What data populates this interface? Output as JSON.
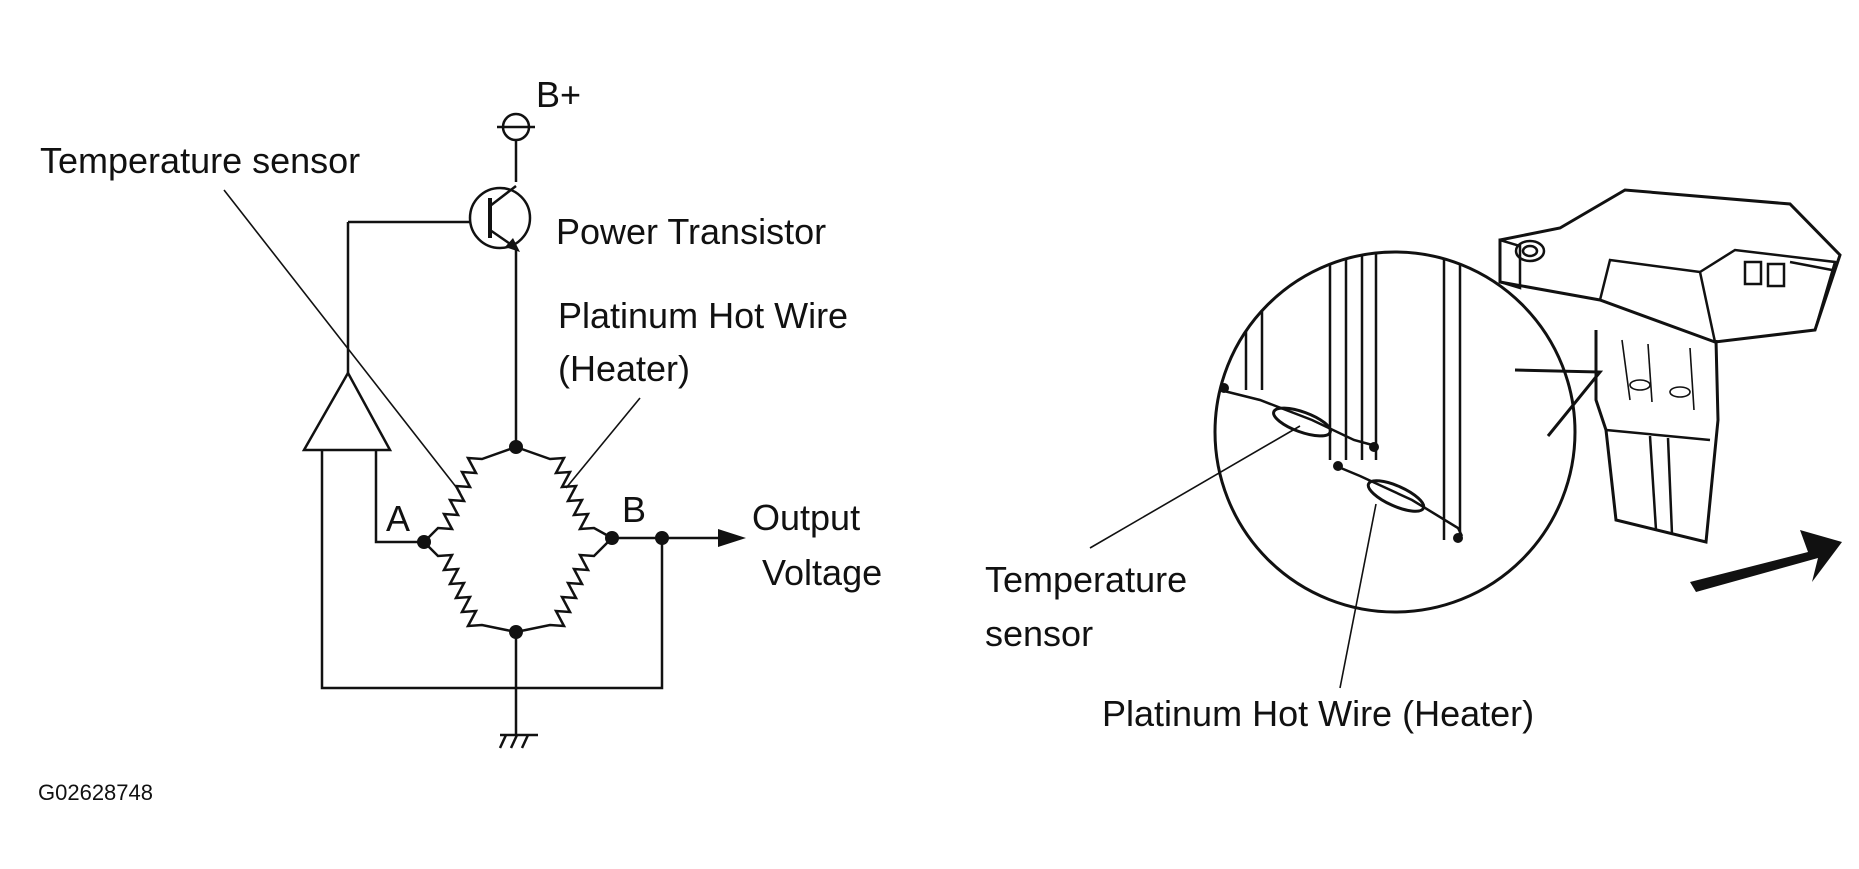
{
  "circuit": {
    "supply_label": "B+",
    "temperature_sensor_label": "Temperature sensor",
    "power_transistor_label": "Power Transistor",
    "hot_wire_label_line1": "Platinum Hot Wire",
    "hot_wire_label_line2": "(Heater)",
    "node_a_label": "A",
    "node_b_label": "B",
    "output_label_line1": "Output",
    "output_label_line2": "Voltage"
  },
  "sensor_view": {
    "temperature_sensor_line1": "Temperature",
    "temperature_sensor_line2": "sensor",
    "hot_wire_label": "Platinum Hot Wire (Heater)"
  },
  "figure_id": "G02628748"
}
